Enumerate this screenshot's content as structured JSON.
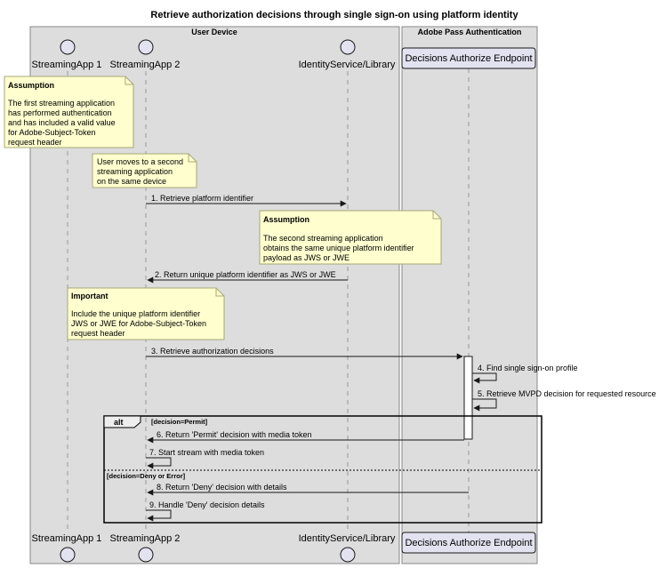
{
  "title": "Retrieve authorization decisions through single sign-on using platform identity",
  "boxes": {
    "user_device": "User Device",
    "adobe_pass": "Adobe Pass Authentication"
  },
  "participants": {
    "app1": "StreamingApp 1",
    "app2": "StreamingApp 2",
    "identity": "IdentityService/Library",
    "endpoint": "Decisions Authorize Endpoint"
  },
  "notes": {
    "n1": {
      "heading": "Assumption",
      "lines": [
        "The first streaming application",
        "has performed authentication",
        "and has included a valid value",
        "for Adobe-Subject-Token",
        "request header"
      ]
    },
    "n2": {
      "lines": [
        "User moves to a second",
        "streaming application",
        "on the same device"
      ]
    },
    "n3": {
      "heading": "Assumption",
      "lines": [
        "The second streaming application",
        "obtains the same unique platform identifier",
        "payload as JWS or JWE"
      ]
    },
    "n4": {
      "heading": "Important",
      "lines": [
        "Include the unique platform identifier",
        "JWS or JWE for Adobe-Subject-Token",
        "request header"
      ]
    }
  },
  "messages": {
    "m1": "1. Retrieve platform identifier",
    "m2": "2. Return unique platform identifier as JWS or JWE",
    "m3": "3. Retrieve authorization decisions",
    "m4": "4. Find single sign-on profile",
    "m5": "5. Retrieve MVPD decision for requested resource",
    "m6": "6. Return 'Permit' decision with media token",
    "m7": "7. Start stream with media token",
    "m8": "8. Return 'Deny' decision with details",
    "m9": "9. Handle 'Deny' decision details"
  },
  "alt": {
    "label": "alt",
    "guard1": "[decision=Permit]",
    "guard2": "[decision=Deny or Error]"
  },
  "colors": {
    "box_fill": "#dddddd",
    "box_border": "#888888",
    "participant_fill": "#e2e2f0",
    "participant_border": "#181818",
    "note_fill": "#fefece",
    "note_border": "#a8a878",
    "lifeline": "#999999",
    "arrow": "#181818"
  }
}
